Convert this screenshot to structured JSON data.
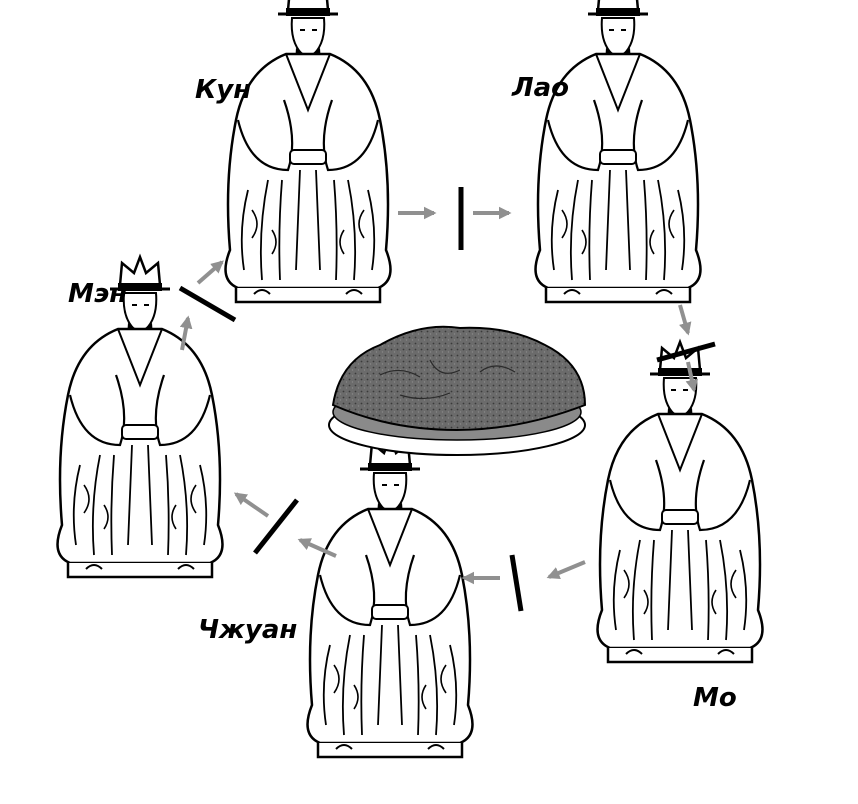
{
  "figures": [
    {
      "id": "kun",
      "label": "Кун"
    },
    {
      "id": "lao",
      "label": "Лао"
    },
    {
      "id": "mo",
      "label": "Мо"
    },
    {
      "id": "zhuang",
      "label": "Чжуан"
    },
    {
      "id": "men",
      "label": "Мэн"
    }
  ],
  "colors": {
    "line": "#000000",
    "arrow": "#909090",
    "bar": "#000000",
    "food_top": "#6b6b6b",
    "food_speckle": "#3a3a3a",
    "plate_rim": "#8a8a8a",
    "plate_base": "#ffffff"
  }
}
